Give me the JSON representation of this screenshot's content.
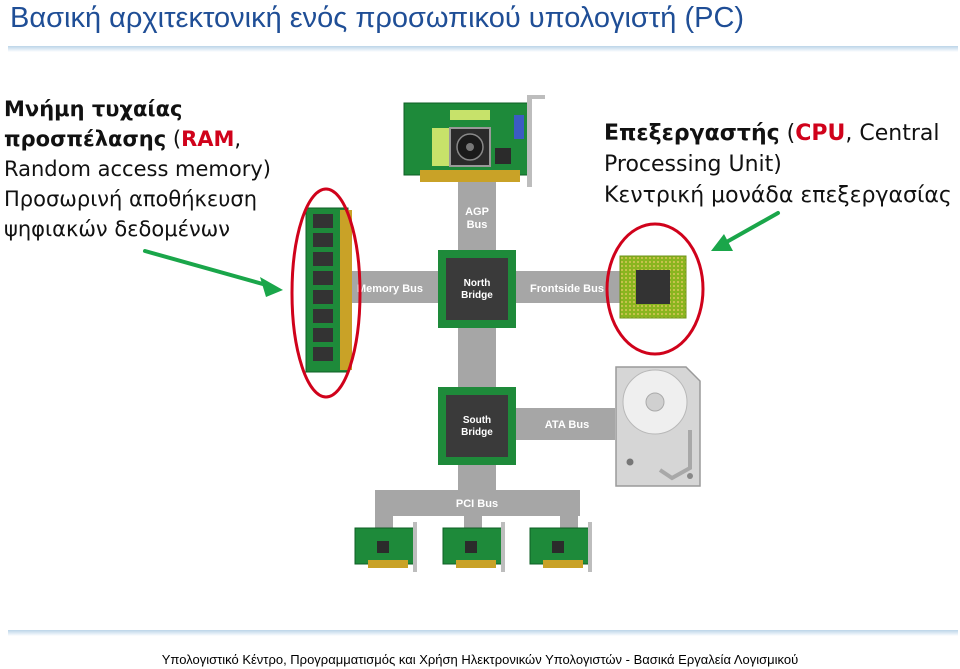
{
  "title": "Βασική αρχιτεκτονική ενός προσωπικού υπολογιστή (PC)",
  "ram": {
    "line1": "Μνήμη τυχαίας",
    "line2_bold": "προσπέλασης",
    "line2_open": " (",
    "line2_acronym": "RAM",
    "line2_close": ",",
    "line3": "Random access memory)",
    "line4": "Προσωρινή αποθήκευση",
    "line5": "ψηφιακών δεδομένων"
  },
  "cpu": {
    "line1_bold": "Επεξεργαστής",
    "line1_open": " (",
    "line1_acronym": "CPU",
    "line1_rest": ", Central",
    "line2": "Processing Unit)",
    "line3": "Κεντρική μονάδα επεξεργασίας"
  },
  "buses": {
    "agp_line1": "AGP",
    "agp_line2": "Bus",
    "memory": "Memory Bus",
    "frontside": "Frontside Bus",
    "ata": "ATA Bus",
    "pci": "PCI Bus"
  },
  "chips": {
    "north_line1": "North",
    "north_line2": "Bridge",
    "south_line1": "South",
    "south_line2": "Bridge"
  },
  "footer": "Υπολογιστικό Κέντρο, Προγραμματισμός και Χρήση Ηλεκτρονικών Υπολογιστών - Βασικά Εργαλεία Λογισμικού",
  "colors": {
    "title": "#1f4e96",
    "highlight": "#d0021b",
    "arrow": "#1aa64a",
    "bus": "#a6a6a6",
    "chip": "#3a3a3a",
    "board": "#1e8a3a"
  }
}
